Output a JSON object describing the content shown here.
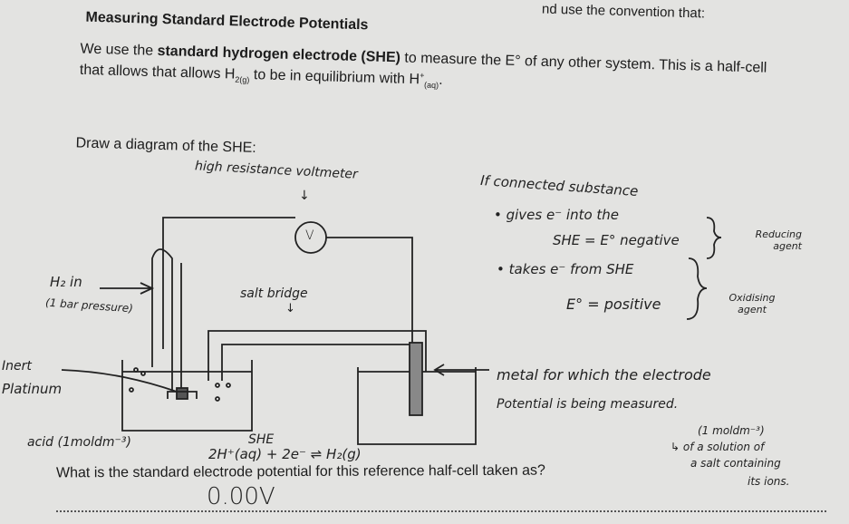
{
  "header": {
    "convention_text": "nd use the convention that:"
  },
  "title": "Measuring Standard Electrode Potentials",
  "intro": {
    "part1": "We use the ",
    "bold": "standard hydrogen electrode (SHE)",
    "part2": " to measure the E° of any other system. This is a half-cell that allows that allows H",
    "sub1": "2(g)",
    "part3": " to be in equilibrium with H",
    "sup1": "+",
    "sub2": "(aq)",
    "part4": "."
  },
  "draw_prompt": "Draw a diagram of the SHE:",
  "diagram": {
    "voltmeter_label": "high resistance voltmeter",
    "voltmeter_arrow": "↓",
    "voltmeter_symbol": "V",
    "h2_in": "H₂ in",
    "pressure": "(1 bar pressure)",
    "salt_bridge": "salt bridge",
    "salt_bridge_arrow": "↓",
    "inert": "Inert",
    "platinum": "Platinum",
    "acid": "acid (1moldm⁻³)",
    "she": "SHE",
    "equation": "2H⁺(aq) + 2e⁻ ⇌ H₂(g)"
  },
  "notes": {
    "line1": "If connected substance",
    "line2": "• gives e⁻ into the",
    "line3": "SHE = E° negative",
    "reducing": "Reducing agent",
    "line4": "• takes e⁻ from SHE",
    "line5": "E° = positive",
    "oxidising": "Oxidising agent",
    "metal1": "metal for which the electrode",
    "metal2": "Potential is being measured.",
    "conc1": "(1 moldm⁻³)",
    "conc2": "↳ of a solution of",
    "conc3": "a salt containing",
    "conc4": "its ions."
  },
  "question": "What is the standard electrode potential for this reference half-cell taken as?",
  "answer": "0.00V"
}
